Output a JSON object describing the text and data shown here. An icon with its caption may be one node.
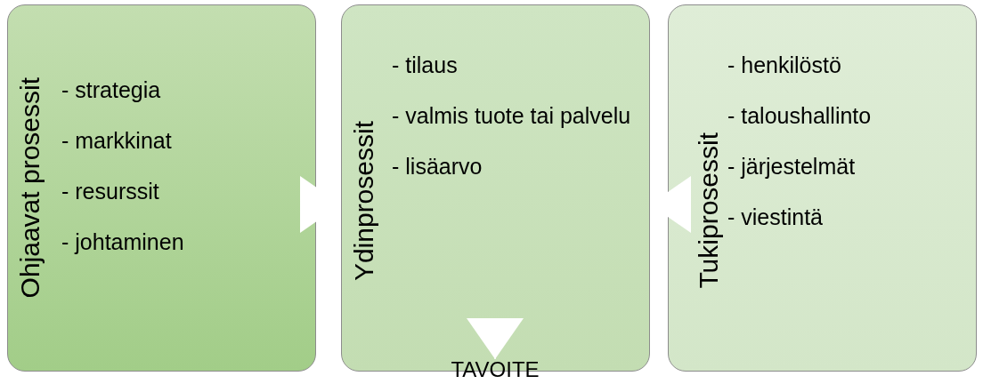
{
  "diagram": {
    "nodes": [
      {
        "text": [
          "Ohjaavat prosessit",
          "- strategia",
          "- markkinat",
          "- resurssit",
          "- johtaminen"
        ]
      },
      {
        "text": [
          "Ydinprosessit",
          "- tilaus",
          "- valmis tuote tai palvelu",
          "- lisäarvo"
        ]
      },
      {
        "text": [
          "Tukiprosessit",
          "- henkilöstö",
          "- taloushallinto",
          "- järjestelmät",
          "- viestintä"
        ]
      },
      {
        "text": [
          "TAVOITE"
        ]
      }
    ],
    "edges": [
      {
        "from": 0,
        "to": 1,
        "arrow": "to"
      },
      {
        "from": 2,
        "to": 1,
        "arrow": "to"
      },
      {
        "from": 1,
        "to": 3,
        "arrow": "to"
      }
    ]
  }
}
